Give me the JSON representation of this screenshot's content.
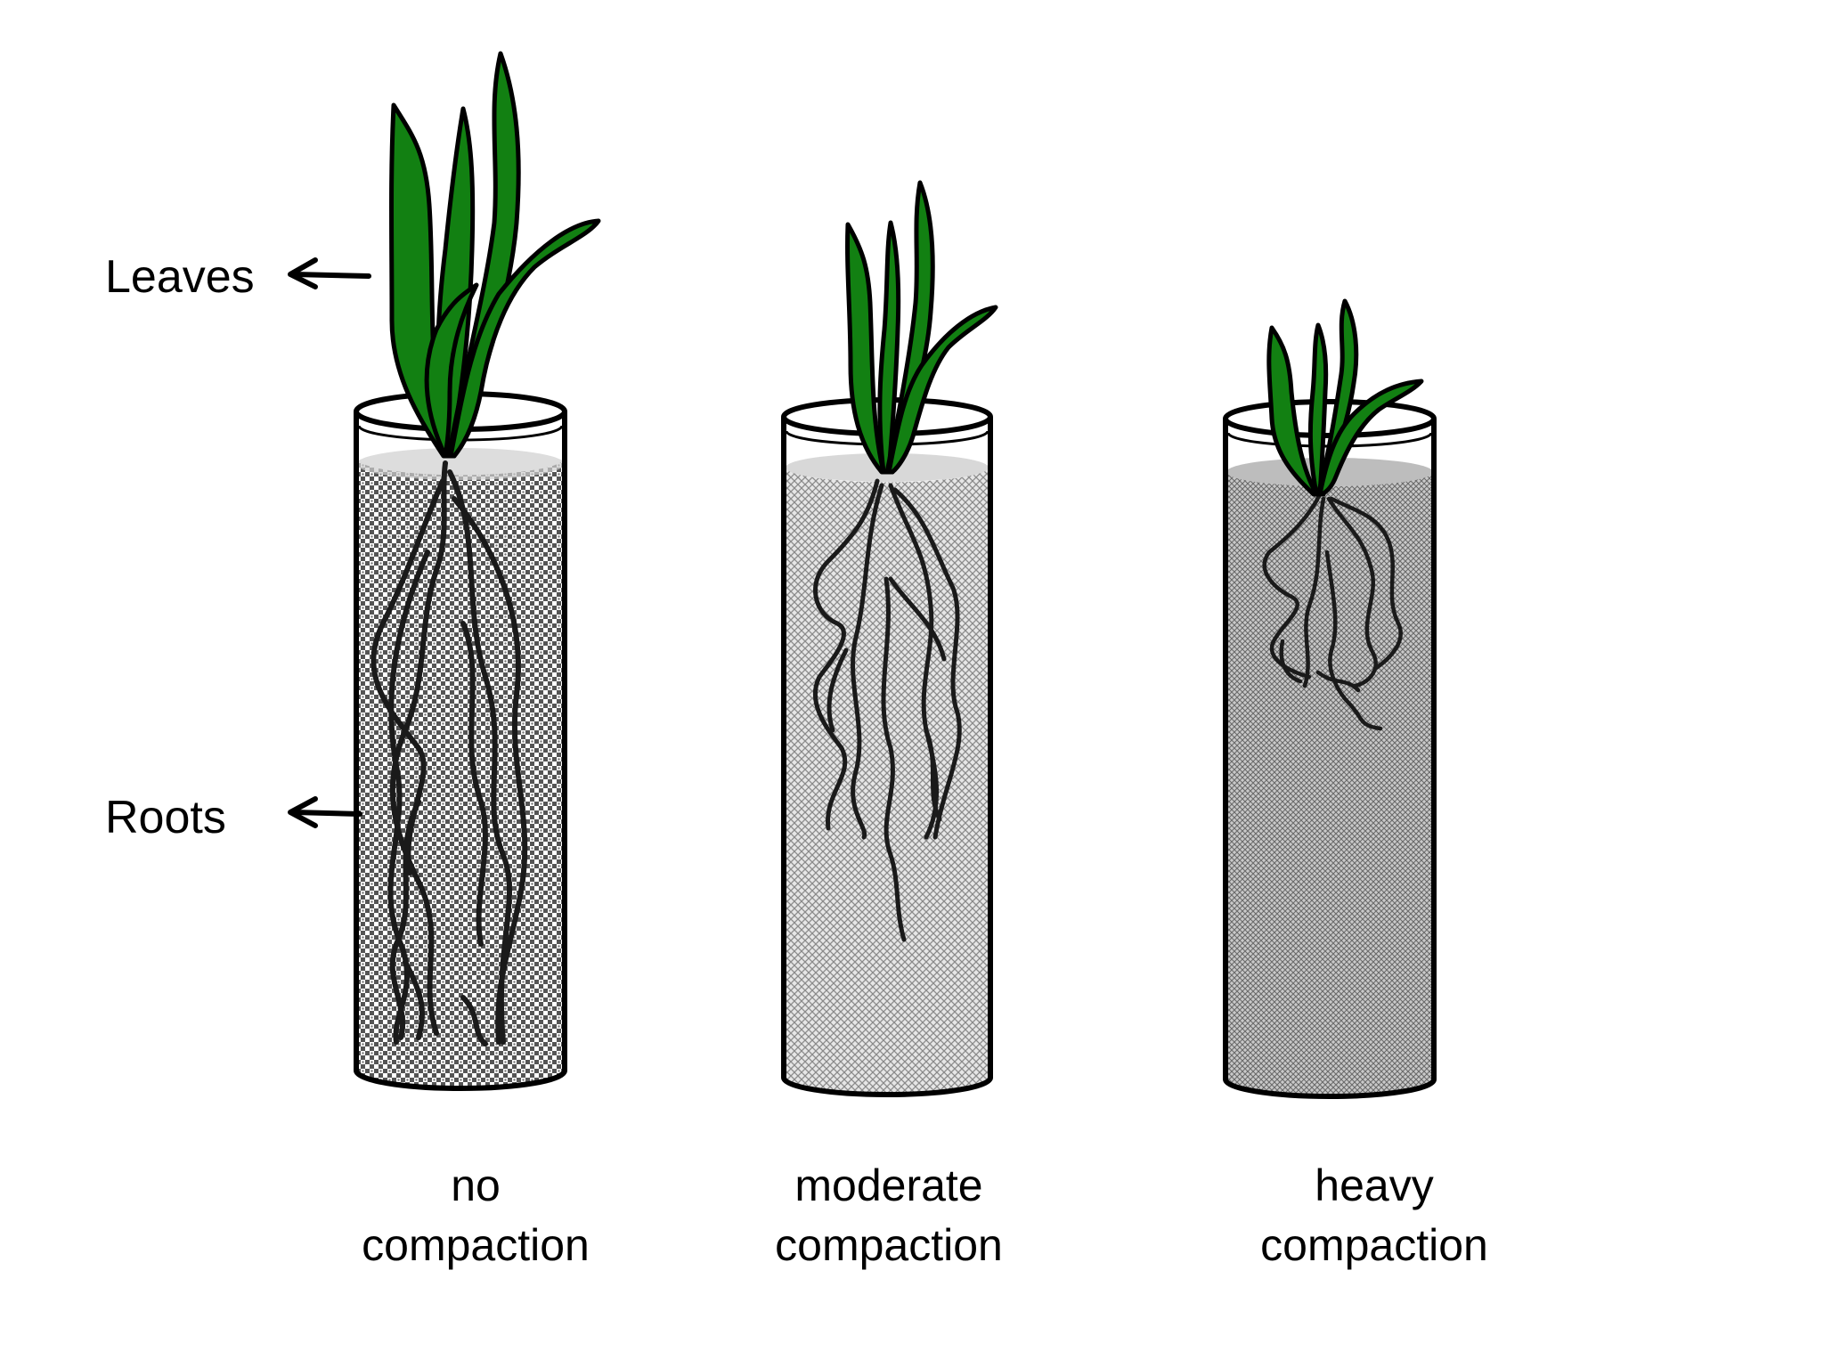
{
  "labels": {
    "leaves": "Leaves",
    "roots": "Roots"
  },
  "columns": [
    {
      "caption_line1": "no",
      "caption_line2": "compaction"
    },
    {
      "caption_line1": "moderate",
      "caption_line2": "compaction"
    },
    {
      "caption_line1": "heavy",
      "caption_line2": "compaction"
    }
  ],
  "colors": {
    "leaf": "#128012",
    "outline": "#000000",
    "root": "#1a1a1a",
    "soil_no": "#5e5e5e",
    "soil_moderate": "#b4b4b4",
    "soil_heavy": "#9a9a9a"
  }
}
